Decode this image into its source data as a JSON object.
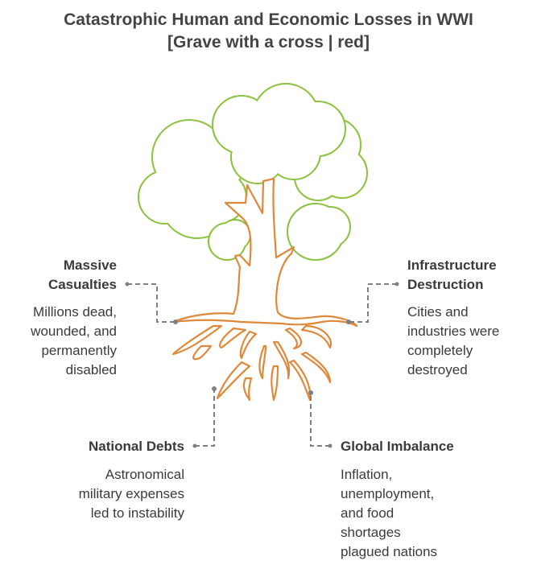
{
  "title": {
    "line1": "Catastrophic Human and Economic Losses in WWI",
    "line2": "[Grave with a cross | red]"
  },
  "colors": {
    "canopy": "#8cc23f",
    "trunk": "#e0883a",
    "connector": "#808080",
    "text": "#3a3a3a"
  },
  "items": [
    {
      "heading1": "Massive",
      "heading2": "Casualties",
      "lines": [
        "Millions dead,",
        "wounded, and",
        "permanently",
        "disabled"
      ]
    },
    {
      "heading1": "Infrastructure",
      "heading2": "Destruction",
      "lines": [
        "Cities and",
        "industries were",
        "completely",
        "destroyed"
      ]
    },
    {
      "heading1": "National Debts",
      "lines": [
        "Astronomical",
        "military expenses",
        "led to instability"
      ]
    },
    {
      "heading1": "Global Imbalance",
      "lines": [
        "Inflation,",
        "unemployment,",
        "and food",
        "shortages",
        "plagued nations"
      ]
    }
  ]
}
